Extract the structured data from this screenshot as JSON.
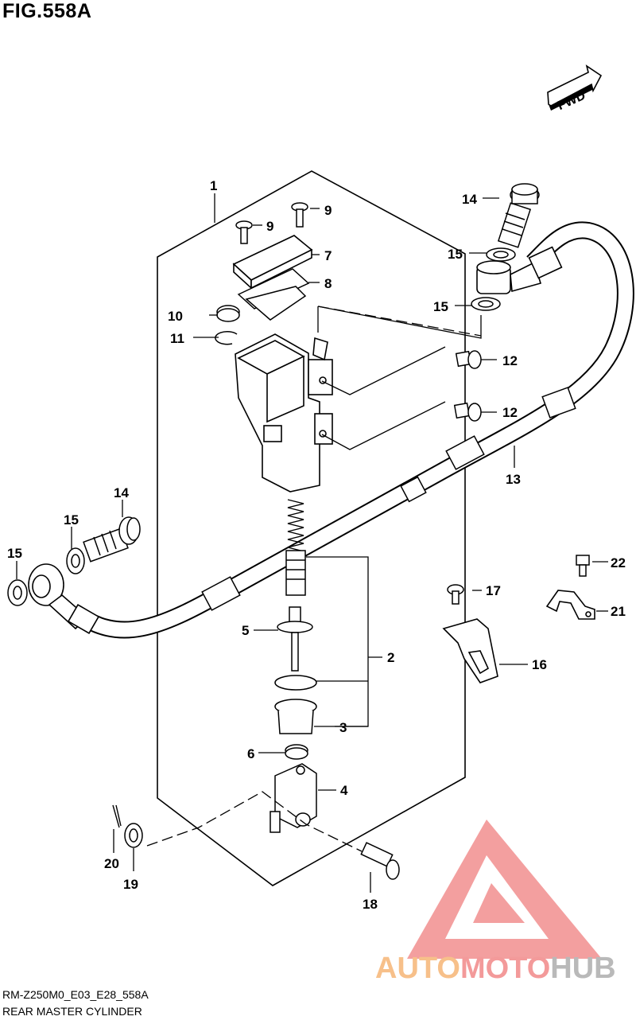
{
  "figure": {
    "title": "FIG.558A",
    "code": "RM-Z250M0_E03_E28_558A",
    "name": "REAR MASTER CYLINDER"
  },
  "direction_label": "FWD",
  "watermark": {
    "part1": "AUTO",
    "part2": "MOTO",
    "part3": "HUB",
    "colors": {
      "auto": "#f7c08a",
      "moto": "#f39a9a",
      "hub": "#b9b9b9",
      "triangle": "#f08080"
    }
  },
  "callouts": {
    "c1": "1",
    "c2": "2",
    "c3": "3",
    "c4": "4",
    "c5": "5",
    "c6": "6",
    "c7": "7",
    "c8": "8",
    "c9a": "9",
    "c9b": "9",
    "c10": "10",
    "c11": "11",
    "c12a": "12",
    "c12b": "12",
    "c13": "13",
    "c14a": "14",
    "c14b": "14",
    "c15a": "15",
    "c15b": "15",
    "c15c": "15",
    "c15d": "15",
    "c16": "16",
    "c17": "17",
    "c18": "18",
    "c19": "19",
    "c20": "20",
    "c21": "21",
    "c22": "22"
  }
}
